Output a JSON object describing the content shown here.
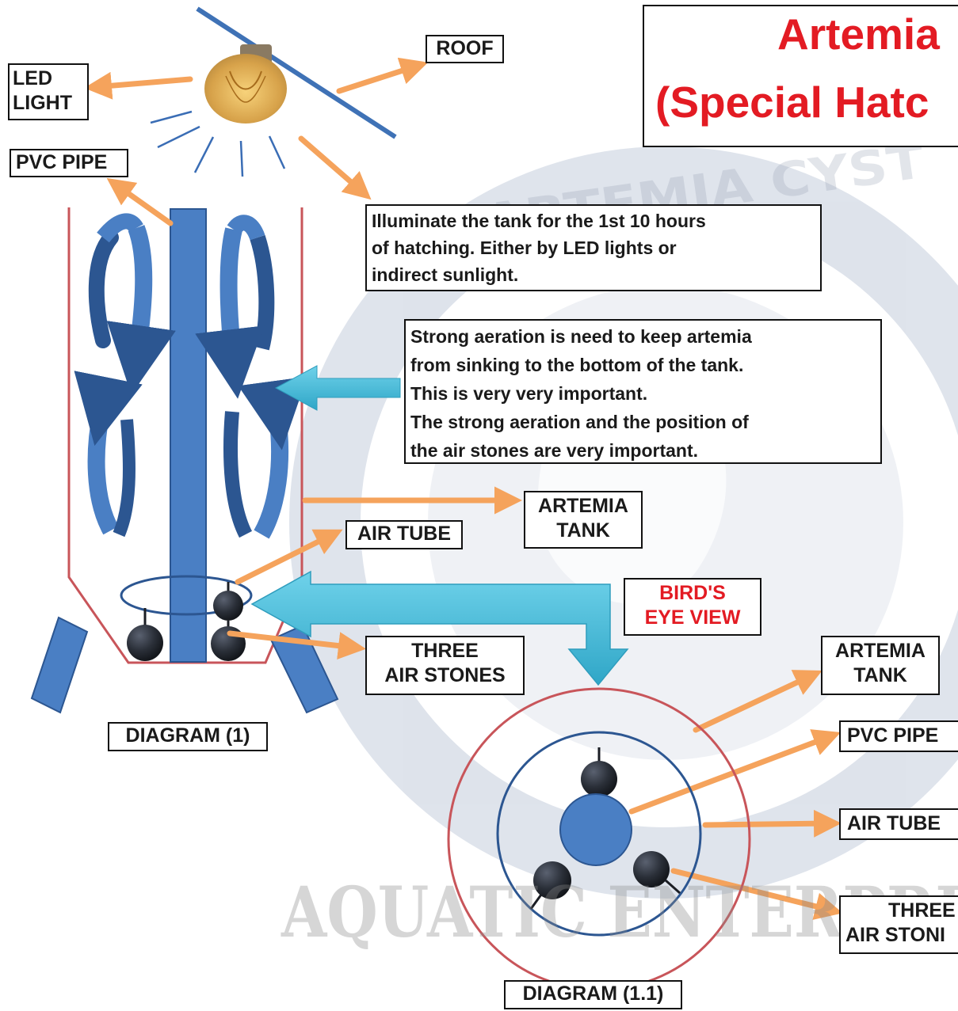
{
  "title": {
    "line1": "Artemia",
    "line2": "(Special Hatc"
  },
  "watermark": {
    "arc_text": "ARTEMIA CYST",
    "bottom_text": "AQUATIC ENTERPRI"
  },
  "labels": {
    "led_light": [
      "LED",
      "LIGHT"
    ],
    "roof": "ROOF",
    "pvc_pipe": "PVC PIPE",
    "illuminate": [
      "Illuminate the tank for the 1st 10 hours",
      "of hatching. Either by LED lights or",
      "indirect sunlight."
    ],
    "aeration": [
      "Strong aeration is need to keep artemia",
      "from sinking to the bottom of the tank.",
      "This is very very important.",
      "The strong aeration and the position of",
      "the air stones are very important."
    ],
    "artemia_tank": [
      "ARTEMIA",
      "TANK"
    ],
    "air_tube": "AIR TUBE",
    "birds_eye_view": [
      "BIRD'S",
      "EYE VIEW"
    ],
    "three_air_stones": [
      "THREE",
      "AIR STONES"
    ],
    "diagram_1": "DIAGRAM (1)",
    "artemia_tank_2": [
      "ARTEMIA",
      "TANK"
    ],
    "pvc_pipe_2": "PVC PIPE",
    "air_tube_2": "AIR TUBE",
    "three_air_stones_2": [
      "THREE",
      "AIR STONI"
    ],
    "diagram_1_1": "DIAGRAM (1.1)"
  },
  "colors": {
    "blue": "#4a7fc4",
    "dark_blue": "#2c5691",
    "orange_arrow": "#f5a35c",
    "teal_arrow": "#4fc1df",
    "tank_outline": "#c8555a",
    "roof_line": "#3f72b6",
    "title_red": "#e31b23"
  },
  "icons": {
    "bulb": "light-bulb-icon",
    "air_stone": "air-stone-icon"
  }
}
